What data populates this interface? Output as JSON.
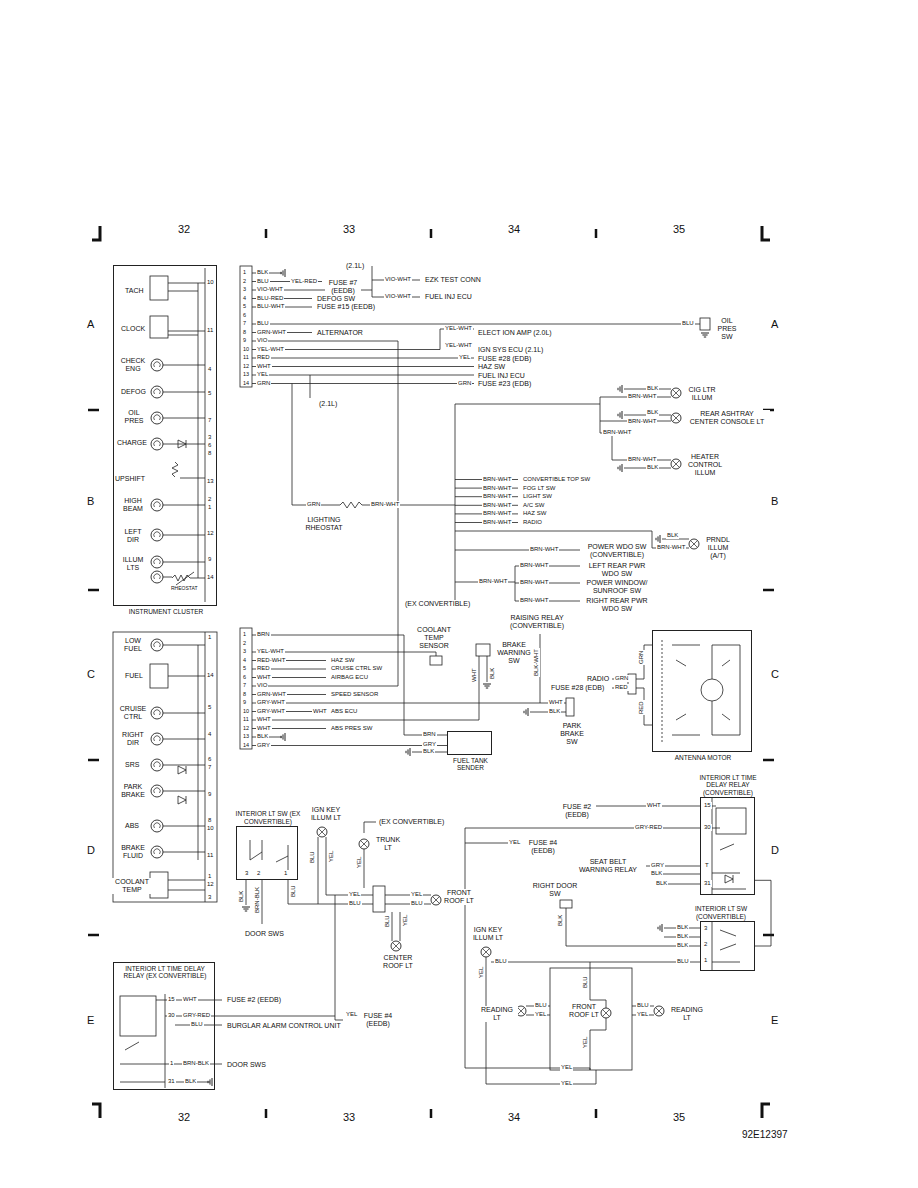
{
  "diagram": {
    "nodes": [
      {
        "text": [
          "INSTRUMENT CLUSTER"
        ]
      },
      {
        "text": [
          "INTERIOR LT SW (EX CONVERTIBLE)"
        ]
      },
      {
        "text": [
          "FUEL TANK SENDER"
        ]
      },
      {
        "text": [
          "ANTENNA MOTOR"
        ]
      },
      {
        "text": [
          "INTERIOR LT TIME DELAY RELAY (EX CONVERTIBLE)"
        ]
      },
      {
        "text": [
          "INTERIOR LT TIME DELAY RELAY (CONVERTIBLE)"
        ]
      },
      {
        "text": [
          "INTERIOR LT SW (CONVERTIBLE)"
        ]
      }
    ],
    "edges": [
      {
        "from": 5,
        "to": 6,
        "arrow": "none"
      }
    ],
    "labels": [
      "32",
      "33",
      "34",
      "35",
      "32",
      "33",
      "34",
      "35",
      "A",
      "B",
      "C",
      "D",
      "E",
      "A",
      "B",
      "C",
      "D",
      "E",
      "92E12397",
      "TACH",
      "CLOCK",
      "CHECK ENG",
      "DEFOG",
      "OIL PRES",
      "CHARGE",
      "UPSHIFT",
      "HIGH BEAM",
      "LEFT DIR",
      "ILLUM LTS",
      "RHEOSTAT",
      "10",
      "11",
      "4",
      "5",
      "7",
      "3",
      "6",
      "8",
      "13",
      "2",
      "1",
      "12",
      "9",
      "14",
      "LOW FUEL",
      "1",
      "FUEL",
      "14",
      "CRUISE CTRL",
      "5",
      "RIGHT DIR",
      "4",
      "SRS",
      "6",
      "7",
      "PARK BRAKE",
      "9",
      "ABS",
      "8",
      "10",
      "BRAKE FLUID",
      "11",
      "COOLANT TEMP",
      "1",
      "12",
      "3",
      "1",
      "2",
      "3",
      "4",
      "5",
      "6",
      "7",
      "8",
      "9",
      "10",
      "11",
      "12",
      "13",
      "14",
      "BLK",
      "BLU",
      "VIO-WHT",
      "BLU-RED",
      "BLU-WHT",
      "BLU",
      "GRN-WHT",
      "VIO",
      "YEL-WHT",
      "RED",
      "WHT",
      "YEL",
      "GRN",
      "(2.1L)",
      "YEL-RED",
      "FUSE #7 (EEDB)",
      "VIO-WHT",
      "EZK TEST CONN",
      "VIO-WHT",
      "FUEL INJ ECU",
      "DEFOG SW",
      "FUSE #15 (EEDB)",
      "ALTERNATOR",
      "YEL-WHT",
      "ELECT ION AMP (2.0L)",
      "YEL-WHT",
      "IGN SYS ECU (2.1L)",
      "YEL",
      "FUSE #28 (EDB)",
      "HAZ SW",
      "FUEL INJ ECU",
      "GRN",
      "FUSE #23 (EDB)",
      "(2.1L)",
      "BLU",
      "OIL PRES SW",
      "BLK",
      "BRN-WHT",
      "CIG LTR ILLUM",
      "BLK",
      "BRN-WHT",
      "REAR ASHTRAY CENTER CONSOLE LT",
      "BRN-WHT",
      "BRN-WHT",
      "BLK",
      "HEATER CONTROL ILLUM",
      "BRN-WHT",
      "BRN-WHT",
      "BRN-WHT",
      "BRN-WHT",
      "BRN-WHT",
      "BRN-WHT",
      "CONVERTIBLE TOP SW",
      "FOG LT SW",
      "LIGHT SW",
      "A/C SW",
      "HAZ SW",
      "RADIO",
      "BRN-WHT",
      "POWER WDO SW (CONVERTIBLE)",
      "BLK",
      "BRN-WHT",
      "PRNDL ILLUM (A/T)",
      "BRN-WHT",
      "LEFT REAR PWR WDO SW",
      "BRN-WHT",
      "BRN-WHT",
      "POWER WINDOW/ SUNROOF SW",
      "BRN-WHT",
      "RIGHT REAR PWR WDO SW",
      "(EX CONVERTIBLE)",
      "GRN",
      "BRN-WHT",
      "LIGHTING RHEOSTAT",
      "1",
      "2",
      "3",
      "4",
      "5",
      "6",
      "7",
      "8",
      "9",
      "10",
      "11",
      "12",
      "13",
      "14",
      "BRN",
      "YEL-WHT",
      "RED-WHT",
      "RED",
      "WHT",
      "VIO",
      "GRN-WHT",
      "GRY-WHT",
      "GRY-WHT",
      "WHT",
      "WHT",
      "BLK",
      "GRY",
      "HAZ SW",
      "CRUISE CTRL SW",
      "AIRBAG ECU",
      "SPEED SENSOR",
      "WHT",
      "ABS ECU",
      "ABS PRES SW",
      "COOLANT TEMP SENSOR",
      "BRAKE WARNING SW",
      "WHT",
      "BLK",
      "RAISING RELAY (CONVERTIBLE)",
      "BLK-WHT",
      "WHT",
      "BLK",
      "PARK BRAKE SW",
      "BRN",
      "GRY",
      "BLK",
      "RADIO",
      "FUSE #28 (EDB)",
      "GRN",
      "RED",
      "GRN",
      "RED",
      "IGN KEY ILLUM LT",
      "(EX CONVERTIBLE)",
      "TRUNK LT",
      "YEL",
      "3",
      "2",
      "1",
      "BLK",
      "BRN-BLK",
      "BLU",
      "BLU",
      "YEL",
      "DOOR SWS",
      "YEL",
      "BLU",
      "YEL",
      "BLU",
      "FRONT ROOF LT",
      "BLU",
      "YEL",
      "CENTER ROOF LT",
      "15",
      "30",
      "1",
      "31",
      "WHT",
      "GRY-RED",
      "BLU",
      "BRN-BLK",
      "BLK",
      "FUSE #2 (EEDB)",
      "YEL",
      "FUSE #4 (EEDB)",
      "BURGLAR ALARM CONTROL UNIT",
      "DOOR SWS",
      "FUSE #2 (EEDB)",
      "WHT",
      "GRY-RED",
      "15",
      "30",
      "T",
      "31",
      "YEL",
      "FUSE #4 (EEDB)",
      "SEAT BELT WARNING RELAY",
      "GRY",
      "BLK",
      "BLK",
      "RIGHT DOOR SW",
      "BLK",
      "BLK",
      "BLK",
      "BLK",
      "BLU",
      "3",
      "2",
      "1",
      "IGN KEY ILLUM LT",
      "YEL",
      "BLU",
      "READING LT",
      "BLU",
      "YEL",
      "FRONT ROOF LT",
      "BLU",
      "YEL",
      "BLU",
      "YEL",
      "READING LT",
      "YEL",
      "YEL"
    ]
  }
}
